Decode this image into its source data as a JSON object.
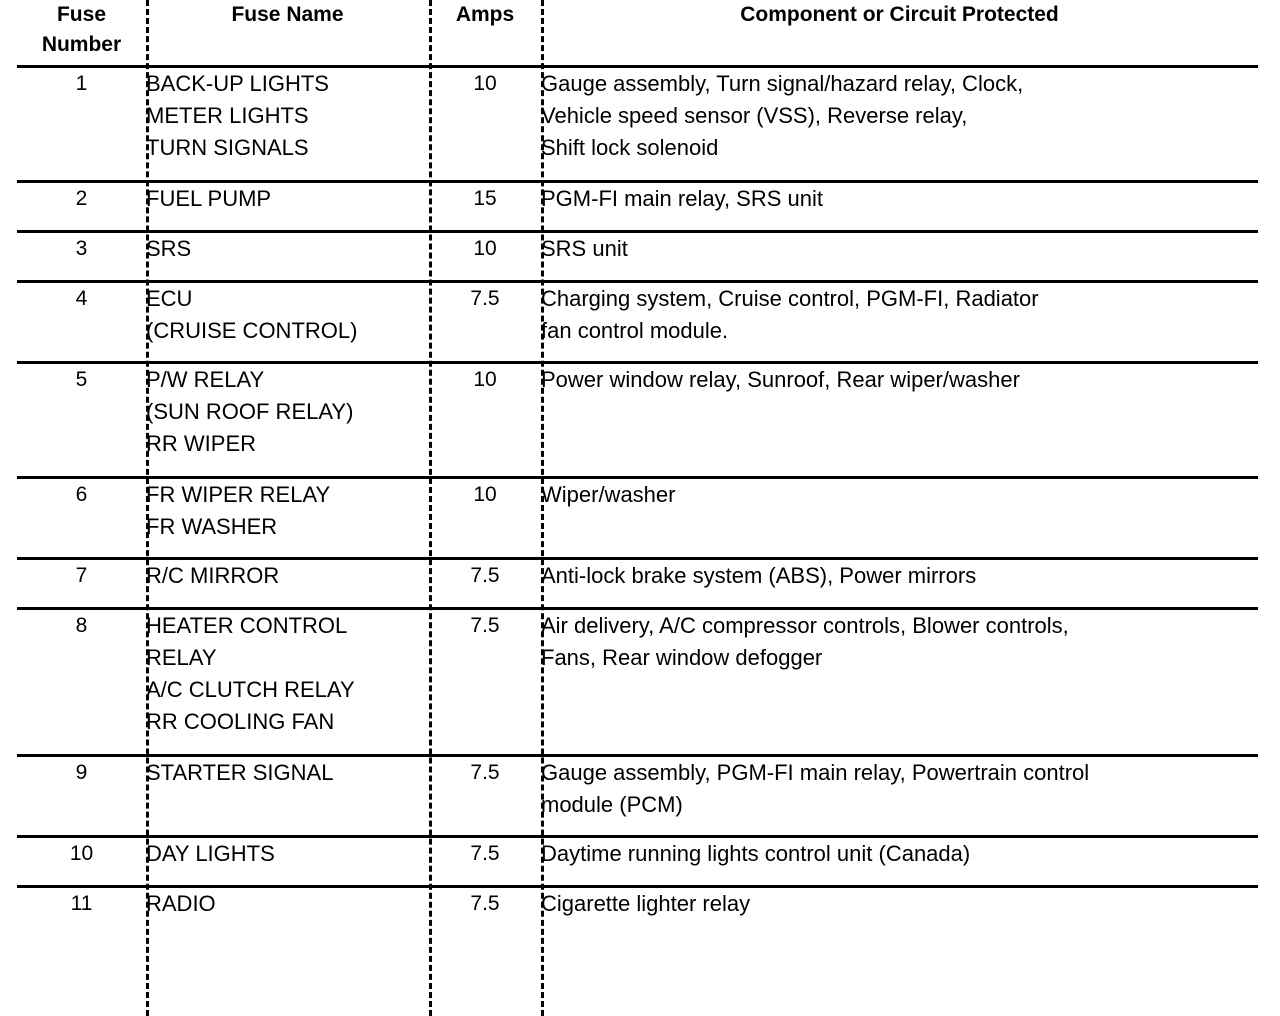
{
  "table": {
    "headers": {
      "fuse_number_line1": "Fuse",
      "fuse_number_line2": "Number",
      "fuse_name": "Fuse Name",
      "amps": "Amps",
      "component": "Component or Circuit Protected"
    },
    "rows": [
      {
        "number": "1",
        "name_lines": [
          "BACK-UP LIGHTS",
          "METER LIGHTS",
          "TURN SIGNALS"
        ],
        "amps": "10",
        "component_lines": [
          "Gauge assembly, Turn signal/hazard relay, Clock,",
          "Vehicle speed sensor (VSS), Reverse relay,",
          "Shift lock solenoid"
        ]
      },
      {
        "number": "2",
        "name_lines": [
          "FUEL PUMP"
        ],
        "amps": "15",
        "component_lines": [
          "PGM-FI main relay, SRS unit"
        ]
      },
      {
        "number": "3",
        "name_lines": [
          "SRS"
        ],
        "amps": "10",
        "component_lines": [
          "SRS unit"
        ]
      },
      {
        "number": "4",
        "name_lines": [
          "ECU",
          "(CRUISE CONTROL)"
        ],
        "amps": "7.5",
        "component_lines": [
          "Charging system, Cruise control, PGM-FI, Radiator",
          "fan control module."
        ]
      },
      {
        "number": "5",
        "name_lines": [
          "P/W RELAY",
          "(SUN ROOF RELAY)",
          "RR WIPER"
        ],
        "amps": "10",
        "component_lines": [
          "Power window relay, Sunroof, Rear wiper/washer"
        ]
      },
      {
        "number": "6",
        "name_lines": [
          "FR WIPER RELAY",
          "FR WASHER"
        ],
        "amps": "10",
        "component_lines": [
          "Wiper/washer"
        ]
      },
      {
        "number": "7",
        "name_lines": [
          "R/C MIRROR"
        ],
        "amps": "7.5",
        "component_lines": [
          "Anti-lock brake system (ABS), Power mirrors"
        ]
      },
      {
        "number": "8",
        "name_lines": [
          "HEATER CONTROL",
          "RELAY",
          "A/C CLUTCH RELAY",
          "RR COOLING FAN"
        ],
        "amps": "7.5",
        "component_lines": [
          "Air delivery, A/C compressor controls, Blower controls,",
          "Fans, Rear window defogger"
        ]
      },
      {
        "number": "9",
        "name_lines": [
          "STARTER SIGNAL"
        ],
        "amps": "7.5",
        "component_lines": [
          "Gauge assembly, PGM-FI main relay, Powertrain control",
          "module (PCM)"
        ]
      },
      {
        "number": "10",
        "name_lines": [
          "DAY LIGHTS"
        ],
        "amps": "7.5",
        "component_lines": [
          "Daytime running lights control unit (Canada)"
        ]
      },
      {
        "number": "11",
        "name_lines": [
          "RADIO"
        ],
        "amps": "7.5",
        "component_lines": [
          "Cigarette lighter relay"
        ]
      }
    ]
  }
}
